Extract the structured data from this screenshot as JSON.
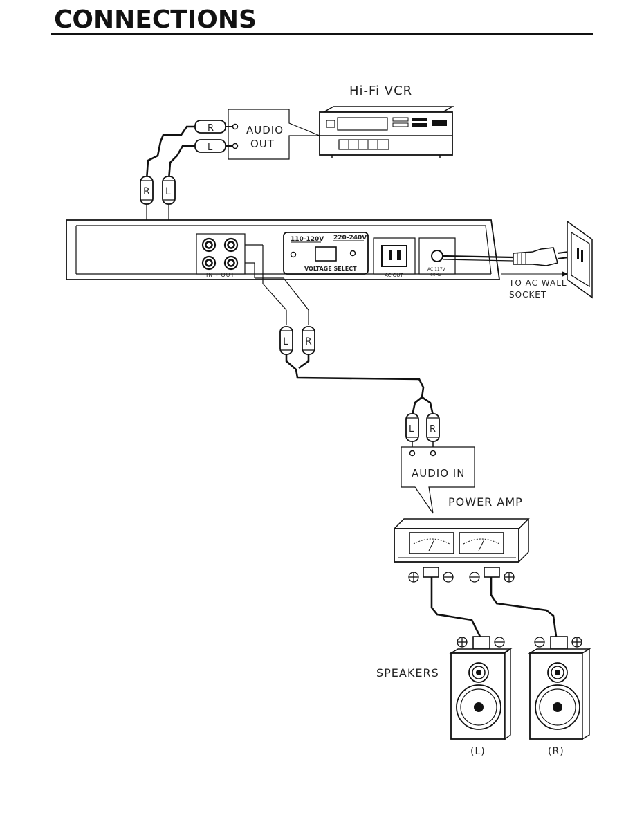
{
  "page": {
    "title": "CONNECTIONS"
  },
  "vcr": {
    "label": "Hi-Fi VCR",
    "output_label_1": "AUDIO",
    "output_label_2": "OUT"
  },
  "cable_vcr": {
    "plug_r": "R",
    "plug_l": "L"
  },
  "player": {
    "jacks_label": "IN - OUT",
    "voltage_left": "110-120V",
    "voltage_right": "220-240V",
    "voltage_title": "VOLTAGE SELECT",
    "ac_out_label": "AC OUT",
    "ac_in_label_1": "AC 117V",
    "ac_in_label_2": "60HZ"
  },
  "wall": {
    "label_1": "TO AC WALL",
    "label_2": "SOCKET"
  },
  "cable_amp": {
    "plug_l": "L",
    "plug_r": "R"
  },
  "amp": {
    "input_label": "AUDIO IN",
    "plug_l": "L",
    "plug_r": "R",
    "label": "POWER AMP"
  },
  "speakers": {
    "label": "SPEAKERS",
    "left": "(L)",
    "right": "(R)"
  },
  "colors": {
    "ink": "#1a1a1a",
    "background": "#ffffff"
  }
}
